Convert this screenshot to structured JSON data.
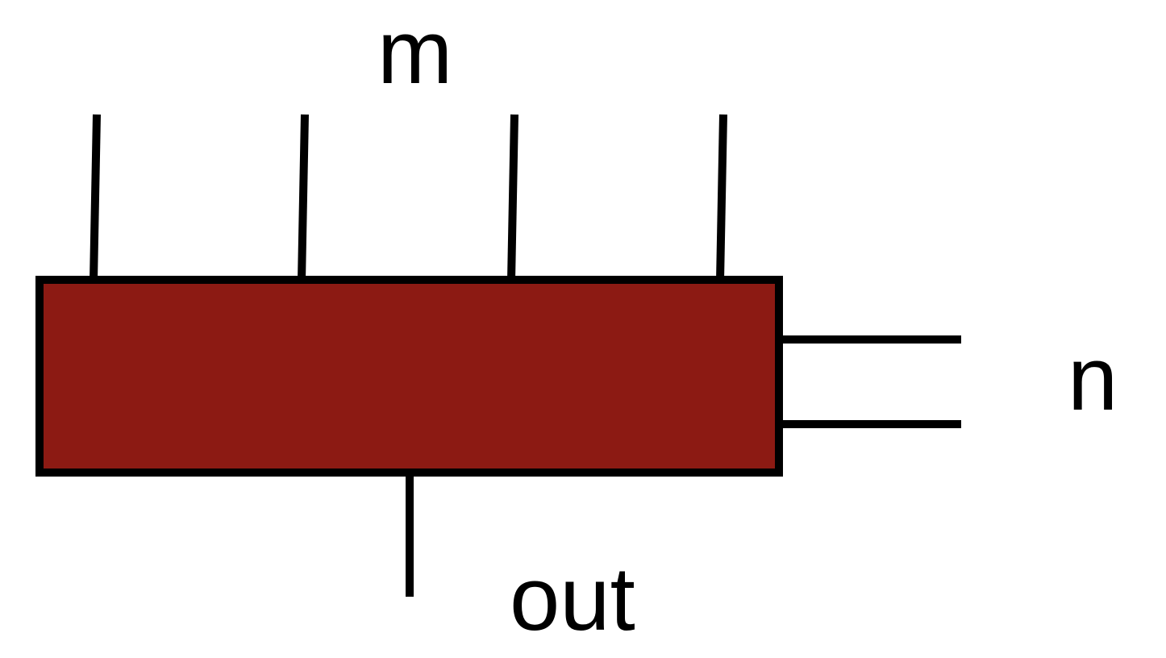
{
  "diagram": {
    "labels": {
      "top": "m",
      "right": "n",
      "bottom": "out"
    },
    "block": {
      "fill_color": "#8C1A13",
      "stroke_color": "#000000"
    },
    "wire_color": "#000000"
  }
}
